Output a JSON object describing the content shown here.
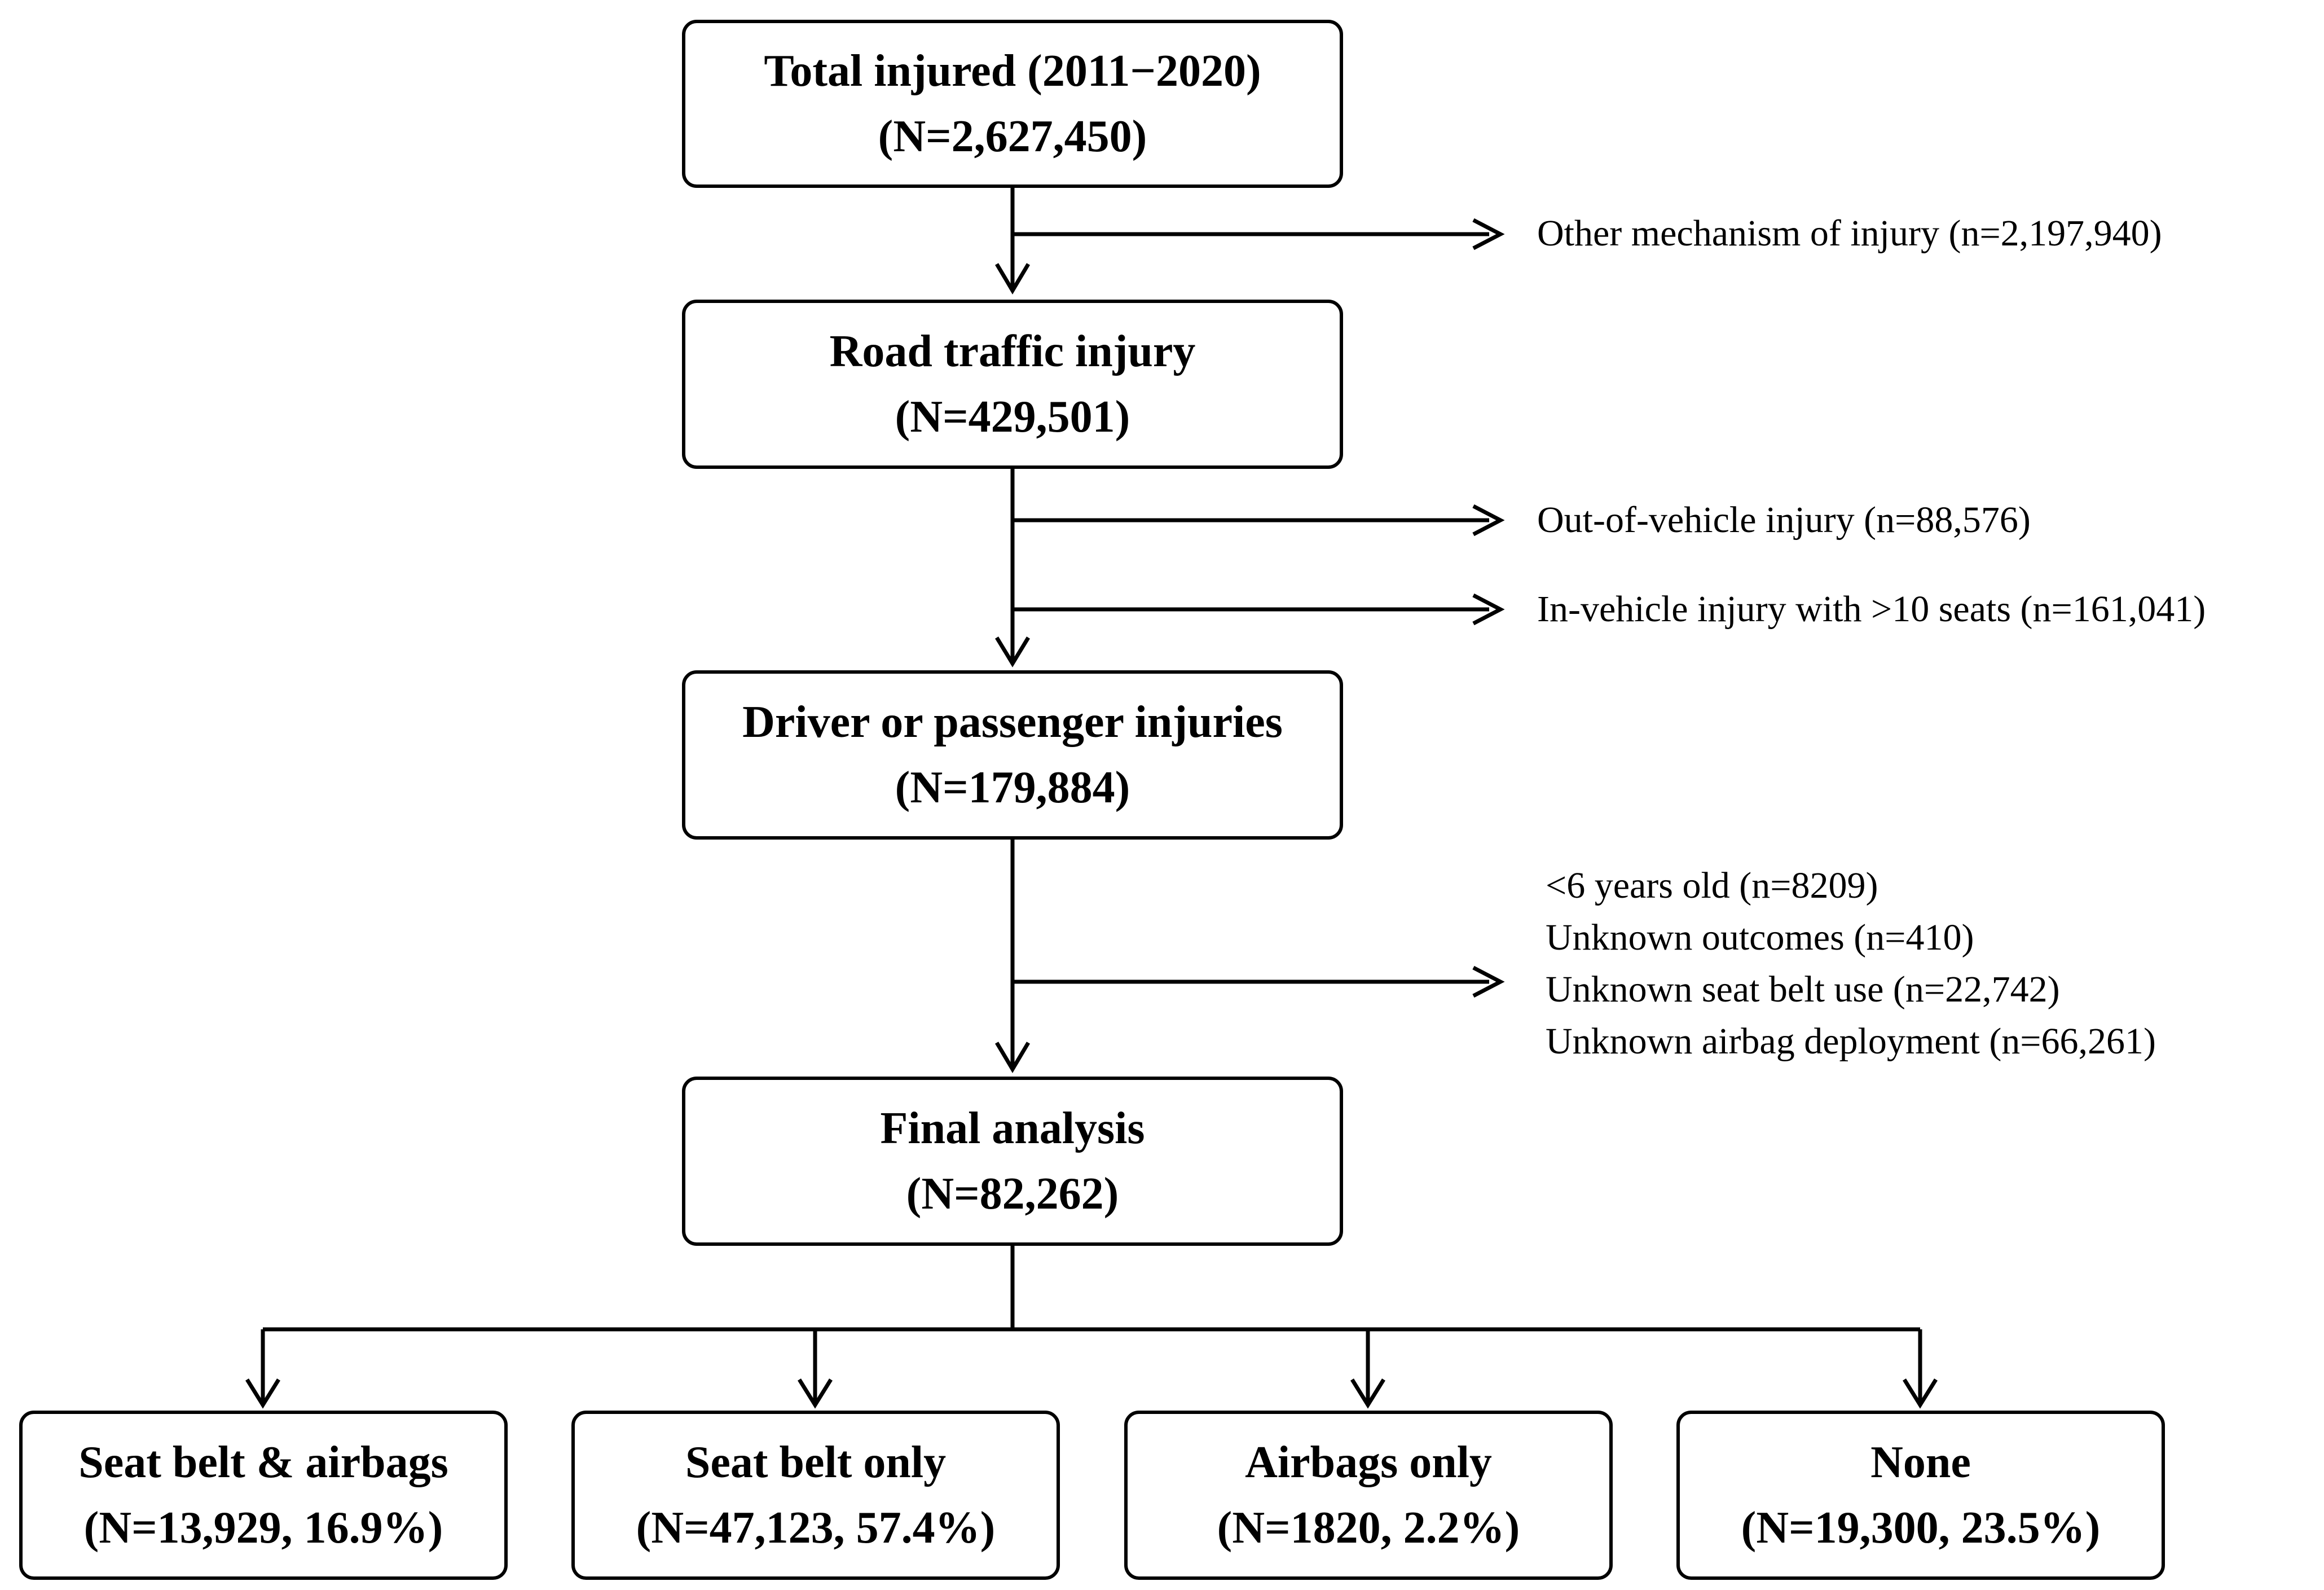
{
  "boxes": {
    "total": {
      "title": "Total injured (2011−2020)",
      "count": "(N=2,627,450)"
    },
    "road": {
      "title": "Road traffic injury",
      "count": "(N=429,501)"
    },
    "driver": {
      "title": "Driver or passenger injuries",
      "count": "(N=179,884)"
    },
    "final": {
      "title": "Final analysis",
      "count": "(N=82,262)"
    }
  },
  "exclusions": {
    "other_mechanism": "Other mechanism of injury (n=2,197,940)",
    "out_of_vehicle": "Out-of-vehicle injury (n=88,576)",
    "in_vehicle_seats": "In-vehicle injury with >10 seats (n=161,041)",
    "group3": [
      "<6 years old (n=8209)",
      "Unknown outcomes (n=410)",
      "Unknown seat belt use (n=22,742)",
      "Unknown airbag deployment (n=66,261)"
    ]
  },
  "groups": [
    {
      "title": "Seat belt & airbags",
      "count": "(N=13,929, 16.9%)"
    },
    {
      "title": "Seat belt only",
      "count": "(N=47,123, 57.4%)"
    },
    {
      "title": "Airbags only",
      "count": "(N=1820, 2.2%)"
    },
    {
      "title": "None",
      "count": "(N=19,300, 23.5%)"
    }
  ]
}
